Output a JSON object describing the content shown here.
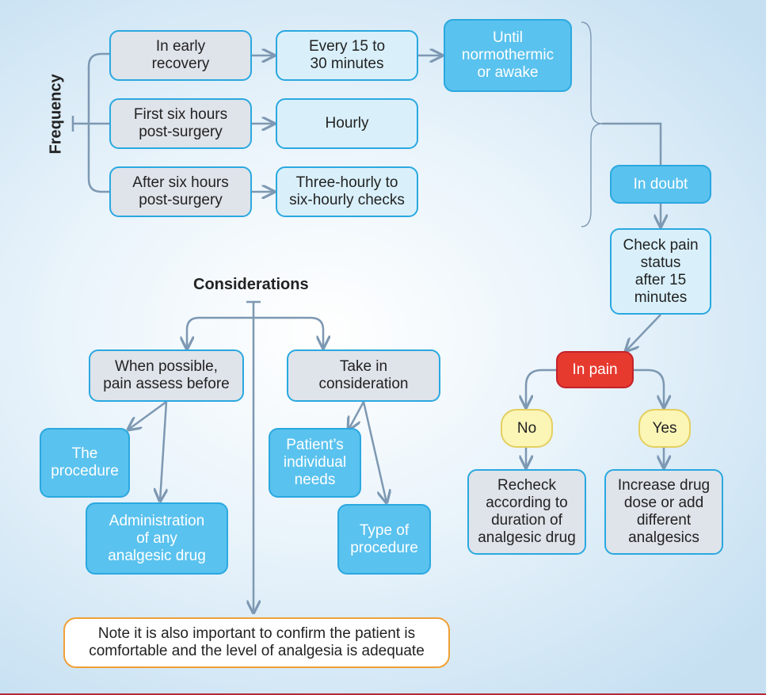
{
  "frequency": {
    "label": "Frequency",
    "rows": [
      {
        "when": "In early\nrecovery",
        "interval": "Every 15 to\n30 minutes"
      },
      {
        "when": "First six hours\npost-surgery",
        "interval": "Hourly"
      },
      {
        "when": "After six hours\npost-surgery",
        "interval": "Three-hourly to\nsix-hourly checks"
      }
    ],
    "until": "Until\nnormothermic\nor awake"
  },
  "doubt_flow": {
    "in_doubt": "In doubt",
    "check": "Check pain\nstatus\nafter 15\nminutes",
    "in_pain": "In pain",
    "no": "No",
    "yes": "Yes",
    "no_action": "Recheck\naccording to\nduration of\nanalgesic drug",
    "yes_action": "Increase drug\ndose or add\ndifferent\nanalgesics"
  },
  "considerations": {
    "title": "Considerations",
    "left": {
      "head": "When possible,\npain assess before",
      "items": [
        "The\nprocedure",
        "Administration\nof any\nanalgesic drug"
      ]
    },
    "right": {
      "head": "Take in\nconsideration",
      "items": [
        "Patient’s\nindividual\nneeds",
        "Type of\nprocedure"
      ]
    }
  },
  "note": "Note it is also important to confirm the patient is\ncomfortable and the level of analgesia is adequate"
}
